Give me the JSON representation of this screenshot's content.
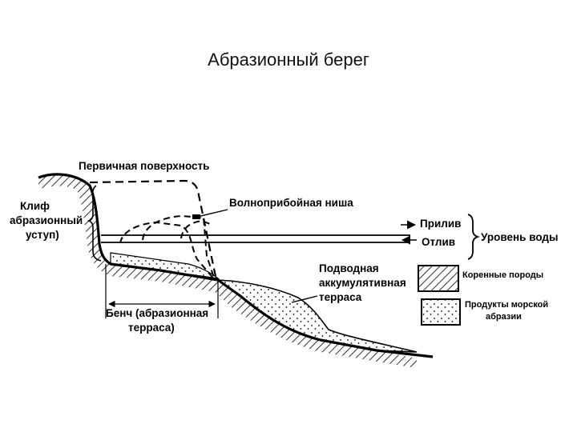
{
  "title": "Абразионный берег",
  "labels": {
    "primary_surface": "Первичная поверхность",
    "cliff": [
      "Клиф",
      "абразионный",
      "уступ)"
    ],
    "wave_niche": "Волноприбойная ниша",
    "high_tide": "Прилив",
    "low_tide": "Отлив",
    "water_level": "Уровень воды",
    "underwater_terrace": [
      "Подводная",
      "аккумулятивная",
      "терраса"
    ],
    "bench": [
      "Бенч (абразионная",
      "терраса)"
    ]
  },
  "legend": [
    {
      "pattern": "hatch",
      "label": [
        "Коренные породы"
      ]
    },
    {
      "pattern": "dots",
      "label": [
        "Продукты морской",
        "абразии"
      ]
    }
  ]
}
